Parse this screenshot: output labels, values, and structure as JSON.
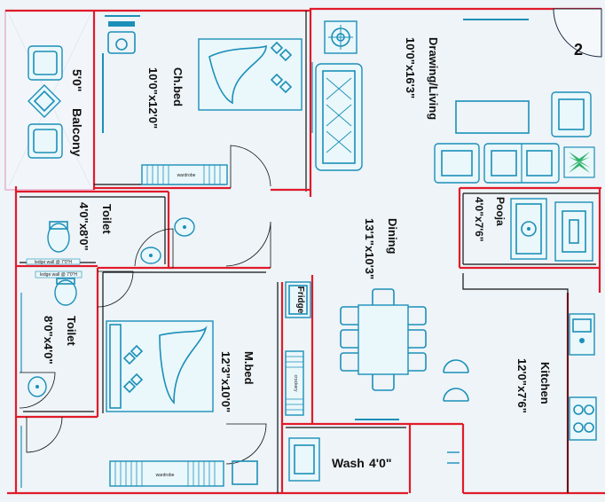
{
  "plan_number": "2",
  "rooms": {
    "balcony": {
      "name": "Balcony",
      "size": "5'0\""
    },
    "children_bed": {
      "name": "Ch.bed",
      "size": "10'0\"x12'0\""
    },
    "drawing_living": {
      "name": "Drawing/Living",
      "size": "10'0\"x16'3\""
    },
    "toilet_upper": {
      "name": "Toilet",
      "size": "4'0\"x8'0\""
    },
    "dining": {
      "name": "Dining",
      "size": "13'1\"x10'3\""
    },
    "pooja": {
      "name": "Pooja",
      "size": "4'0\"x7'6\""
    },
    "toilet_lower": {
      "name": "Toilet",
      "size": "8'0\"x4'0\""
    },
    "master_bed": {
      "name": "M.bed",
      "size": "12'3\"x10'0\""
    },
    "kitchen": {
      "name": "Kitchen",
      "size": "12'0\"x7'6\""
    },
    "wash": {
      "name": "Wash",
      "size": "4'0\""
    }
  },
  "fixtures": {
    "wardrobe_top": "wardrobe",
    "wardrobe_bottom": "wardrobe",
    "fridge": "Fridge",
    "crockery": "crockery",
    "ledge_wall_1": "ledge wall @ 7'0\"H",
    "ledge_wall_2": "ledge wall @ 7'0\"H"
  },
  "colors": {
    "wall": "#e01b2a",
    "furniture": "#1b8fb8",
    "plant": "#2fb36a",
    "background": "#eef4f8"
  }
}
